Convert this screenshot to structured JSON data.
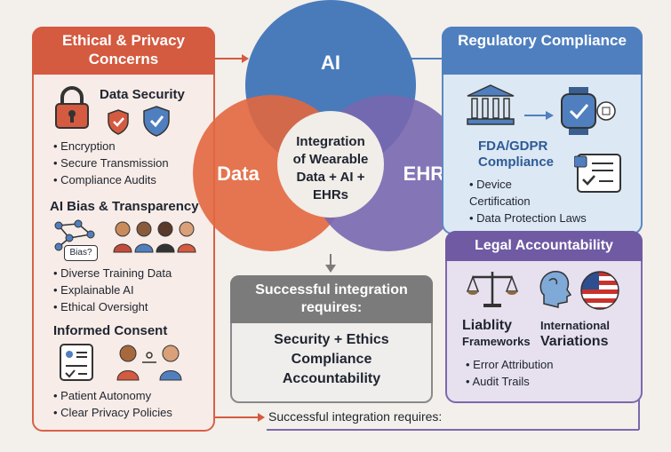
{
  "ethics": {
    "title": "Ethical & Privacy Concerns",
    "data_security": {
      "title": "Data Security",
      "items": [
        "Encryption",
        "Secure Transmission",
        "Compliance Audits"
      ]
    },
    "ai_bias": {
      "title": "AI Bias & Transparency",
      "bubble": "Bias?",
      "items": [
        "Diverse Training Data",
        "Explainable AI",
        "Ethical Oversight"
      ]
    },
    "consent": {
      "title": "Informed Consent",
      "items": [
        "Patient Autonomy",
        "Clear Privacy Policies"
      ]
    }
  },
  "venn": {
    "ai": "AI",
    "data": "Data",
    "ehrs": "EHRs",
    "center": [
      "Integration",
      "of Wearable",
      "Data + AI +",
      "EHRs"
    ]
  },
  "regulatory": {
    "title": "Regulatory Compliance",
    "subtitle": "FDA/GDPR Compliance",
    "items": [
      "Device Certification",
      "Data Protection Laws"
    ]
  },
  "legal": {
    "title": "Legal Accountability",
    "liability": [
      "Liablity",
      "Frameworks"
    ],
    "international": [
      "International",
      "Variations"
    ],
    "items": [
      "Error Attribution",
      "Audit Trails"
    ]
  },
  "center_box": {
    "title": "Successful integration requires:",
    "lines": [
      "Security + Ethics",
      "Compliance",
      "Accountability"
    ]
  },
  "footer": "Successful integration requires:",
  "colors": {
    "orange": "#d45a40",
    "blue": "#4f7fbf",
    "purple": "#6f5aa3",
    "gray": "#7b7b7b"
  }
}
